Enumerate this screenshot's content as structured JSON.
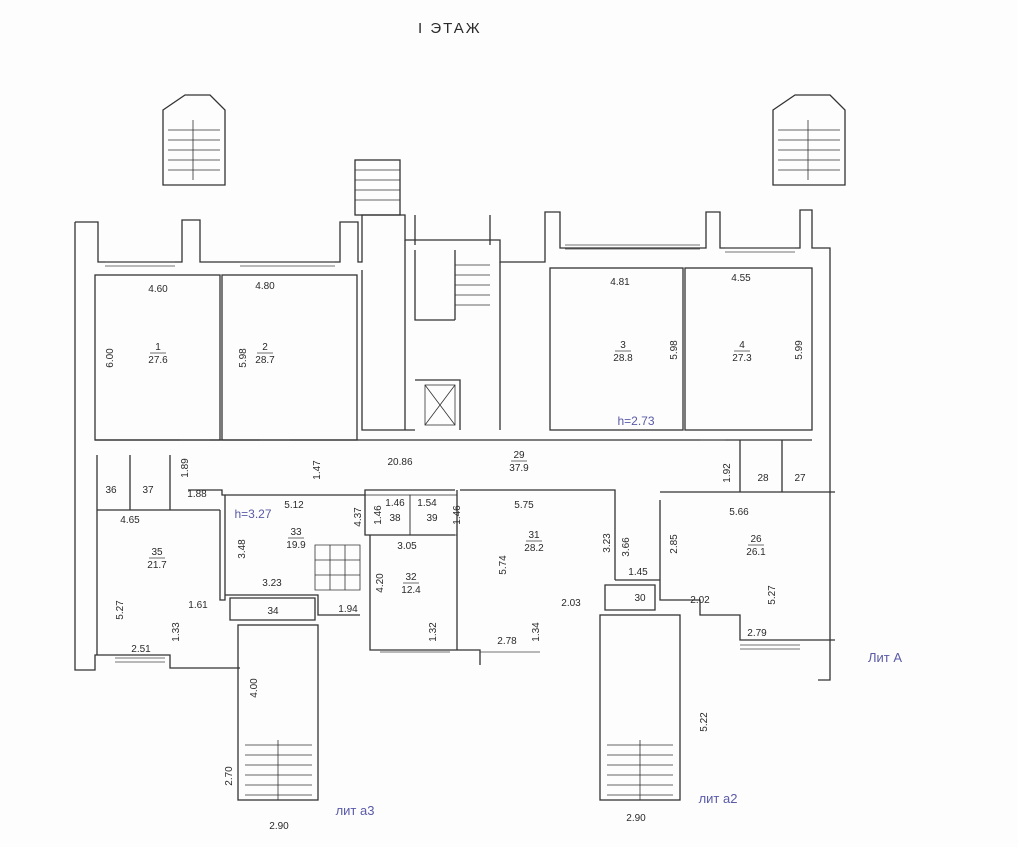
{
  "title": "I ЭТАЖ",
  "rooms": {
    "r1": {
      "num": "1",
      "area": "27.6"
    },
    "r2": {
      "num": "2",
      "area": "28.7"
    },
    "r3": {
      "num": "3",
      "area": "28.8"
    },
    "r4": {
      "num": "4",
      "area": "27.3"
    },
    "r29": {
      "num": "29",
      "area": "37.9"
    },
    "r35": {
      "num": "35",
      "area": "21.7"
    },
    "r33": {
      "num": "33",
      "area": "19.9"
    },
    "r32": {
      "num": "32",
      "area": "12.4"
    },
    "r31": {
      "num": "31",
      "area": "28.2"
    },
    "r26": {
      "num": "26",
      "area": "26.1"
    }
  },
  "small_rooms": {
    "r36": "36",
    "r37": "37",
    "r38": "38",
    "r39": "39",
    "r34": "34",
    "r30": "30",
    "r28": "28",
    "r27": "27"
  },
  "dimensions": {
    "d1": "4.60",
    "d2": "6.00",
    "d3": "4.80",
    "d4": "5.98",
    "d5": "4.81",
    "d6": "5.98",
    "d7": "4.55",
    "d8": "5.99",
    "d9": "20.86",
    "d10": "1.47",
    "d11": "1.89",
    "d12": "1.88",
    "d13": "1.92",
    "d14": "4.65",
    "d15": "5.27",
    "d16": "1.61",
    "d17": "1.33",
    "d18": "2.51",
    "d19": "5.12",
    "d20": "3.48",
    "d21": "4.37",
    "d22": "3.23",
    "d23": "1.94",
    "d24": "1.46",
    "d25": "1.54",
    "d26": "1.46",
    "d27": "1.46",
    "d28": "3.05",
    "d29": "4.20",
    "d30": "1.32",
    "d31": "5.75",
    "d32": "5.74",
    "d33": "3.23",
    "d34": "2.03",
    "d35": "2.78",
    "d36": "1.34",
    "d37": "3.66",
    "d38": "1.45",
    "d39": "2.02",
    "d40": "5.66",
    "d41": "2.85",
    "d42": "5.27",
    "d43": "2.79",
    "d44": "4.00",
    "d45": "2.70",
    "d46": "2.90",
    "d47": "5.22",
    "d48": "2.90"
  },
  "heights": {
    "h1": "h=2.73",
    "h2": "h=3.27"
  },
  "lit_labels": {
    "a": "Лит А",
    "a3": "лит а3",
    "a2": "лит а2"
  },
  "colors": {
    "lines": "#333333",
    "annotation": "#5a5aa8"
  }
}
